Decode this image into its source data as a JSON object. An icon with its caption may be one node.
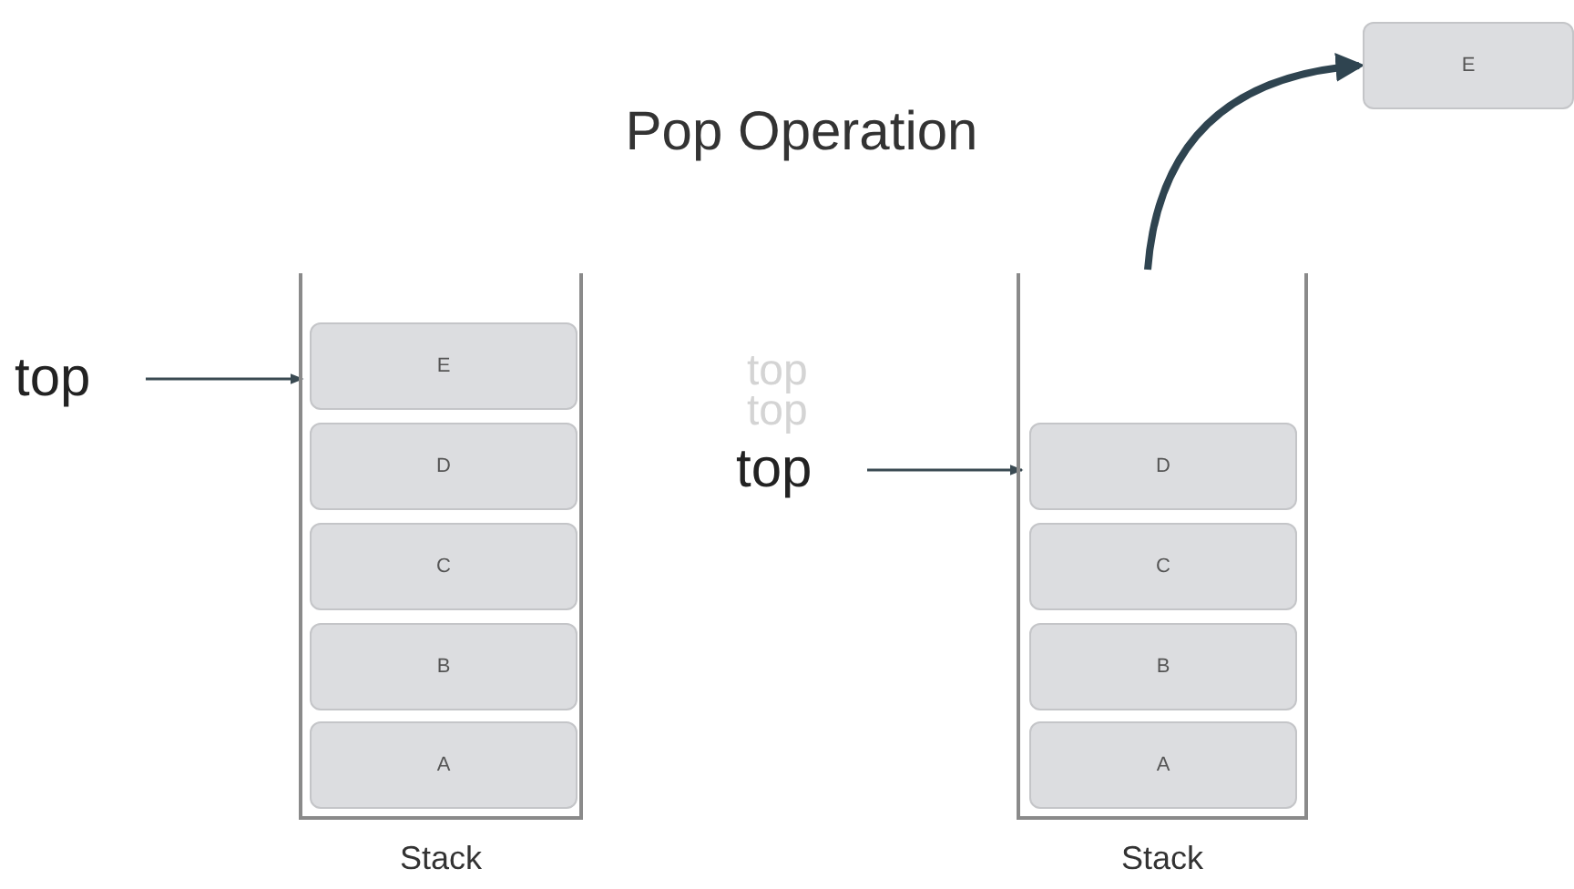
{
  "diagram": {
    "title": "Pop Operation",
    "nodes": [
      {
        "text": [
          "Stack"
        ]
      },
      {
        "text": [
          "E"
        ],
        "in": 0
      },
      {
        "text": [
          "D"
        ],
        "in": 0
      },
      {
        "text": [
          "C"
        ],
        "in": 0
      },
      {
        "text": [
          "B"
        ],
        "in": 0
      },
      {
        "text": [
          "A"
        ],
        "in": 0
      },
      {
        "text": [
          "top"
        ]
      },
      {
        "text": [
          "Stack"
        ]
      },
      {
        "text": [
          "D"
        ],
        "in": 7
      },
      {
        "text": [
          "C"
        ],
        "in": 7
      },
      {
        "text": [
          "B"
        ],
        "in": 7
      },
      {
        "text": [
          "A"
        ],
        "in": 7
      },
      {
        "text": [
          "top"
        ]
      },
      {
        "text": [
          "E"
        ]
      }
    ],
    "edges": [
      {
        "from": 6,
        "to": 1,
        "arrow": "to"
      },
      {
        "from": 12,
        "to": 8,
        "arrow": "to"
      },
      {
        "from": 7,
        "to": 13,
        "arrow": "to",
        "style": "thick"
      }
    ],
    "labels": [
      "top",
      "top"
    ]
  }
}
